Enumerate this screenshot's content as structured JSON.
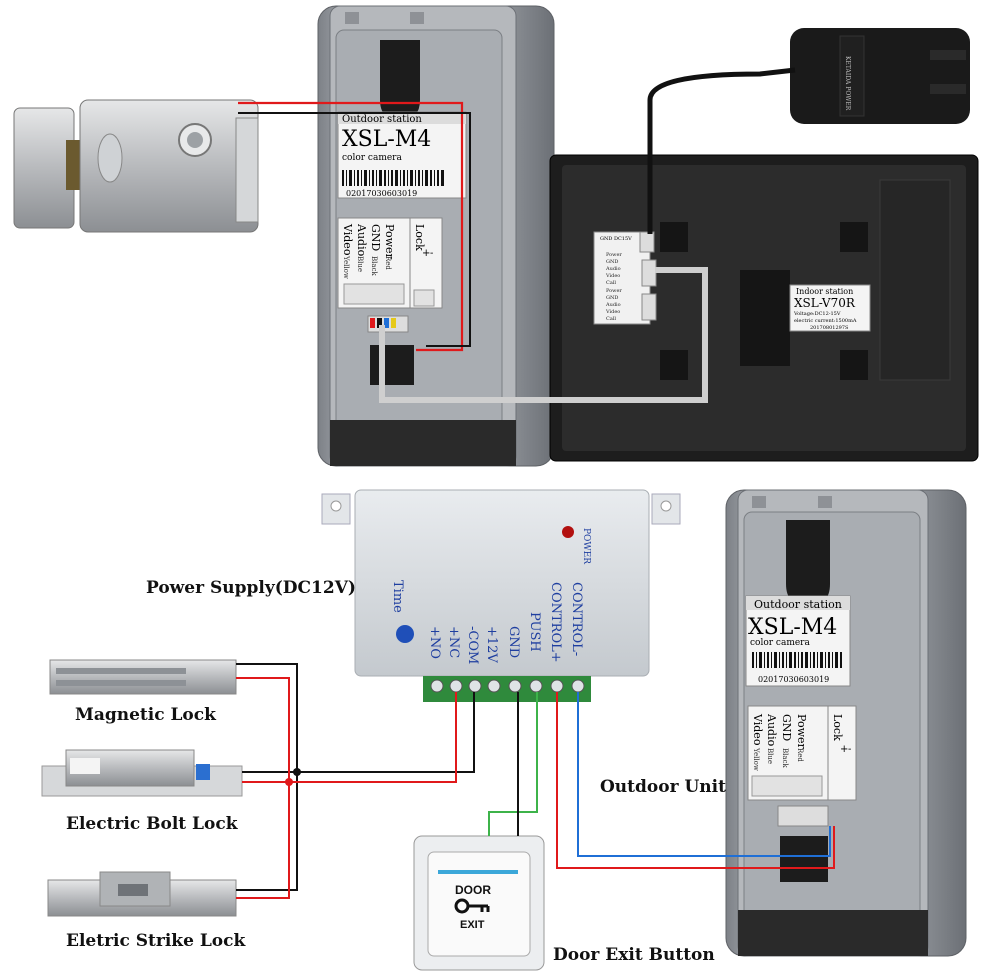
{
  "labels": {
    "power_supply": "Power Supply(DC12V)",
    "magnetic_lock": "Magnetic Lock",
    "electric_bolt_lock": "Electric Bolt Lock",
    "eletric_strike_lock": "Eletric Strike Lock",
    "outdoor_unit": "Outdoor Unit",
    "door_exit_button": "Door Exit Button"
  },
  "outdoor_station": {
    "header": "Outdoor station",
    "model": "XSL-M4",
    "subtitle": "color camera",
    "serial": "02017030603019",
    "terminals": [
      "Video",
      "Audio",
      "GND",
      "Power"
    ],
    "terminal_colors": [
      "Yellow",
      "Blue",
      "Black",
      "Red"
    ],
    "lock_label": "Lock",
    "lock_plus": "+",
    "lock_minus": "-"
  },
  "indoor_station": {
    "header": "Indoor station",
    "model": "XSL-V70R",
    "spec": "Voltage:DC12-15V",
    "current": "electric current:1500mA",
    "serial": "20170801297S",
    "dc_label": "GND DC15V",
    "port_rows": [
      "Power",
      "GND",
      "Audio",
      "Video",
      "Call",
      "Power",
      "GND",
      "Audio",
      "Video",
      "Call"
    ]
  },
  "adapter": {
    "text": "KETAIDA POWER"
  },
  "power_supply_box": {
    "power_led_label": "POWER",
    "time_label": "Time",
    "terminals": [
      "+NO",
      "+NC",
      "-COM",
      "+12V",
      "GND",
      "PUSH",
      "CONTROL+",
      "CONTROL-"
    ]
  },
  "exit_button": {
    "top_text": "DOOR",
    "bottom_text": "EXIT"
  },
  "colors": {
    "red_wire": "#e0191b",
    "black_wire": "#111111",
    "blue_wire": "#1f6fd6",
    "green_wire": "#3db34a",
    "grey_cable": "#c9c9c9",
    "terminal_green": "#2f8a3c"
  }
}
